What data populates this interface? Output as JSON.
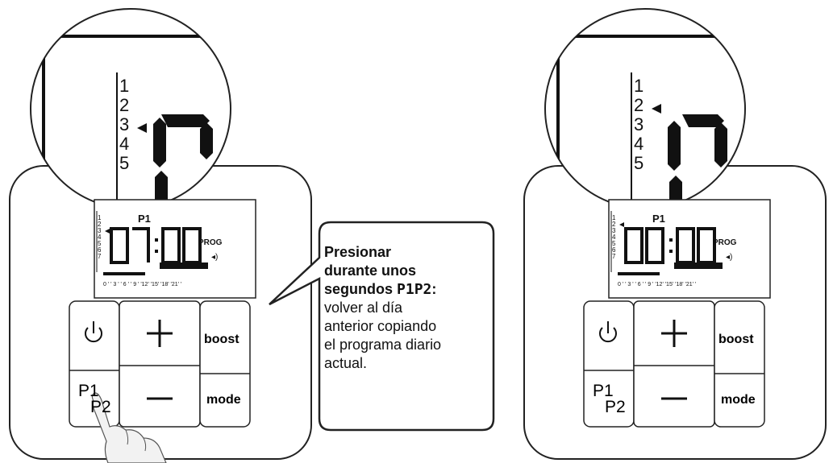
{
  "left": {
    "zoom_digits": [
      "1",
      "2",
      "3",
      "4",
      "5"
    ],
    "screen_program": "P1",
    "screen_time": "0700",
    "screen_mode": "PROG",
    "hour_ticks": "0 ' ' 3 ' ' 6 ' ' 9 ' '12' '15' '18' '21' '",
    "buttons": {
      "boost": "boost",
      "mode": "mode",
      "p1": "P1",
      "p2": "P2"
    }
  },
  "right": {
    "zoom_digits": [
      "1",
      "2",
      "3",
      "4",
      "5"
    ],
    "screen_program": "P1",
    "screen_time": "0000",
    "screen_mode": "PROG",
    "hour_ticks": "0 ' ' 3 ' ' 6 ' ' 9 ' '12' '15' '18' '21' '",
    "buttons": {
      "boost": "boost",
      "mode": "mode",
      "p1": "P1",
      "p2": "P2"
    }
  },
  "callout": {
    "line1": "Presionar",
    "line2": "durante unos",
    "line3_a": "segundos ",
    "line3_b": "P1P2",
    "line3_c": ":",
    "line4": "volver al día",
    "line5": "anterior copiando",
    "line6": "el programa diario",
    "line7": "actual."
  },
  "colors": {
    "stroke": "#222222",
    "background": "#ffffff",
    "hand_fill": "#f2f2f2"
  }
}
